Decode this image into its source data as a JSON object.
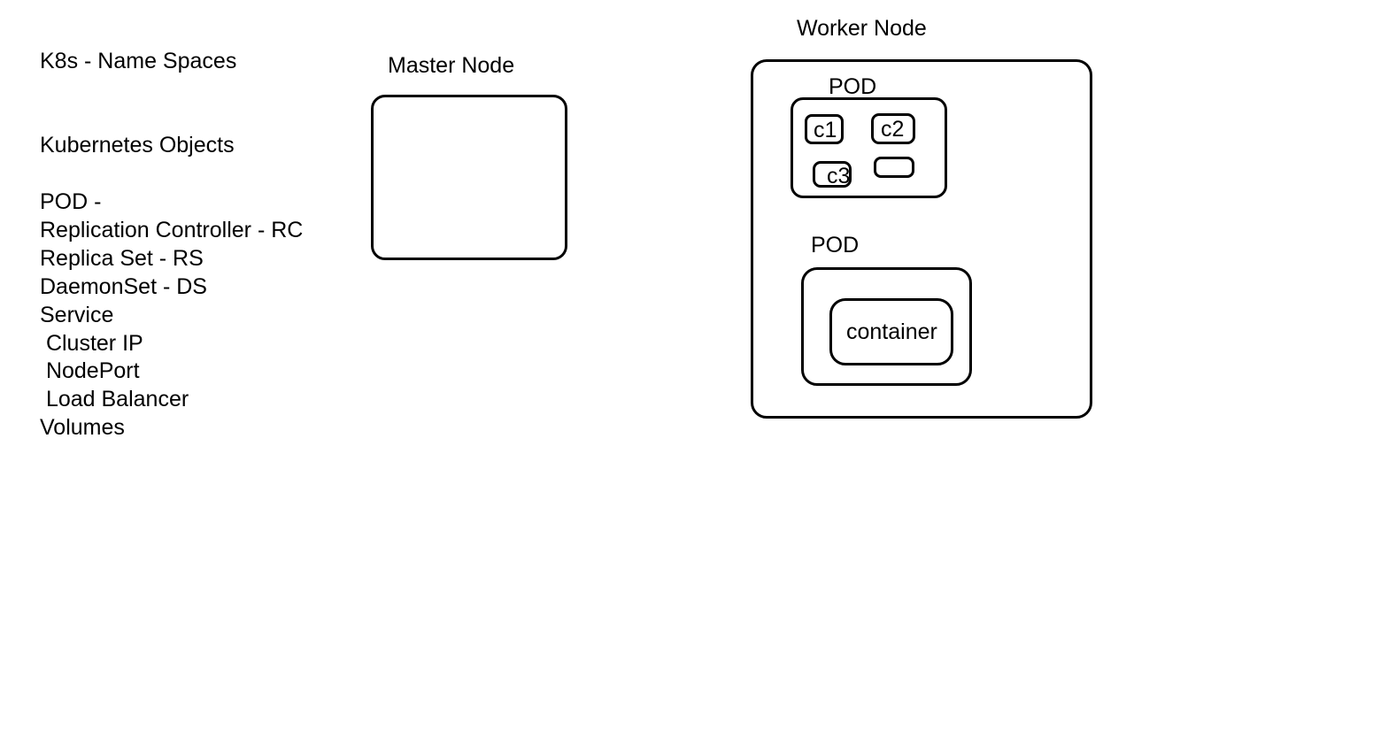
{
  "notes": {
    "title": "K8s - Name Spaces",
    "objects_heading": "Kubernetes Objects",
    "items": [
      "POD -",
      "Replication Controller - RC",
      "Replica Set - RS",
      "DaemonSet - DS",
      "Service",
      " Cluster IP",
      " NodePort",
      " Load Balancer",
      "Volumes"
    ]
  },
  "diagram": {
    "master_node_label": "Master Node",
    "worker_node_label": "Worker Node",
    "pod1": {
      "label": "POD",
      "containers": [
        "c1",
        "c2",
        "c3",
        ""
      ]
    },
    "pod2": {
      "label": "POD",
      "container_label": "container"
    }
  }
}
